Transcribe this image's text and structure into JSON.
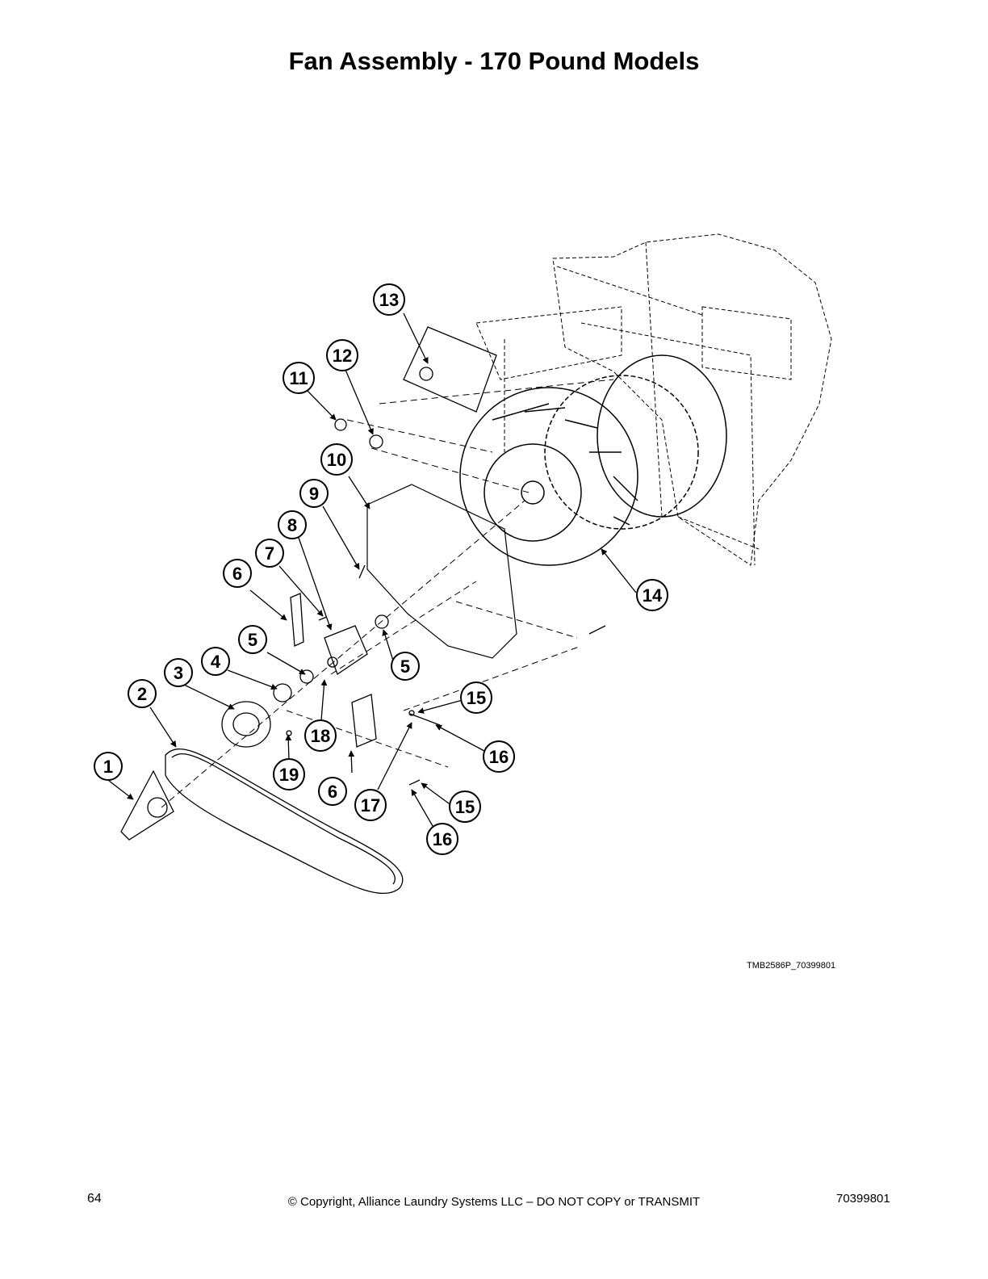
{
  "title": "Fan Assembly - 170 Pound Models",
  "drawing_id": "TMB2586P_70399801",
  "footer": {
    "page_number": "64",
    "copyright": "© Copyright, Alliance Laundry Systems LLC – DO NOT COPY or TRANSMIT",
    "doc_number": "70399801"
  },
  "callouts": [
    "1",
    "2",
    "3",
    "4",
    "5",
    "5",
    "6",
    "6",
    "7",
    "8",
    "9",
    "10",
    "11",
    "12",
    "13",
    "14",
    "15",
    "15",
    "16",
    "16",
    "17",
    "18",
    "19"
  ]
}
